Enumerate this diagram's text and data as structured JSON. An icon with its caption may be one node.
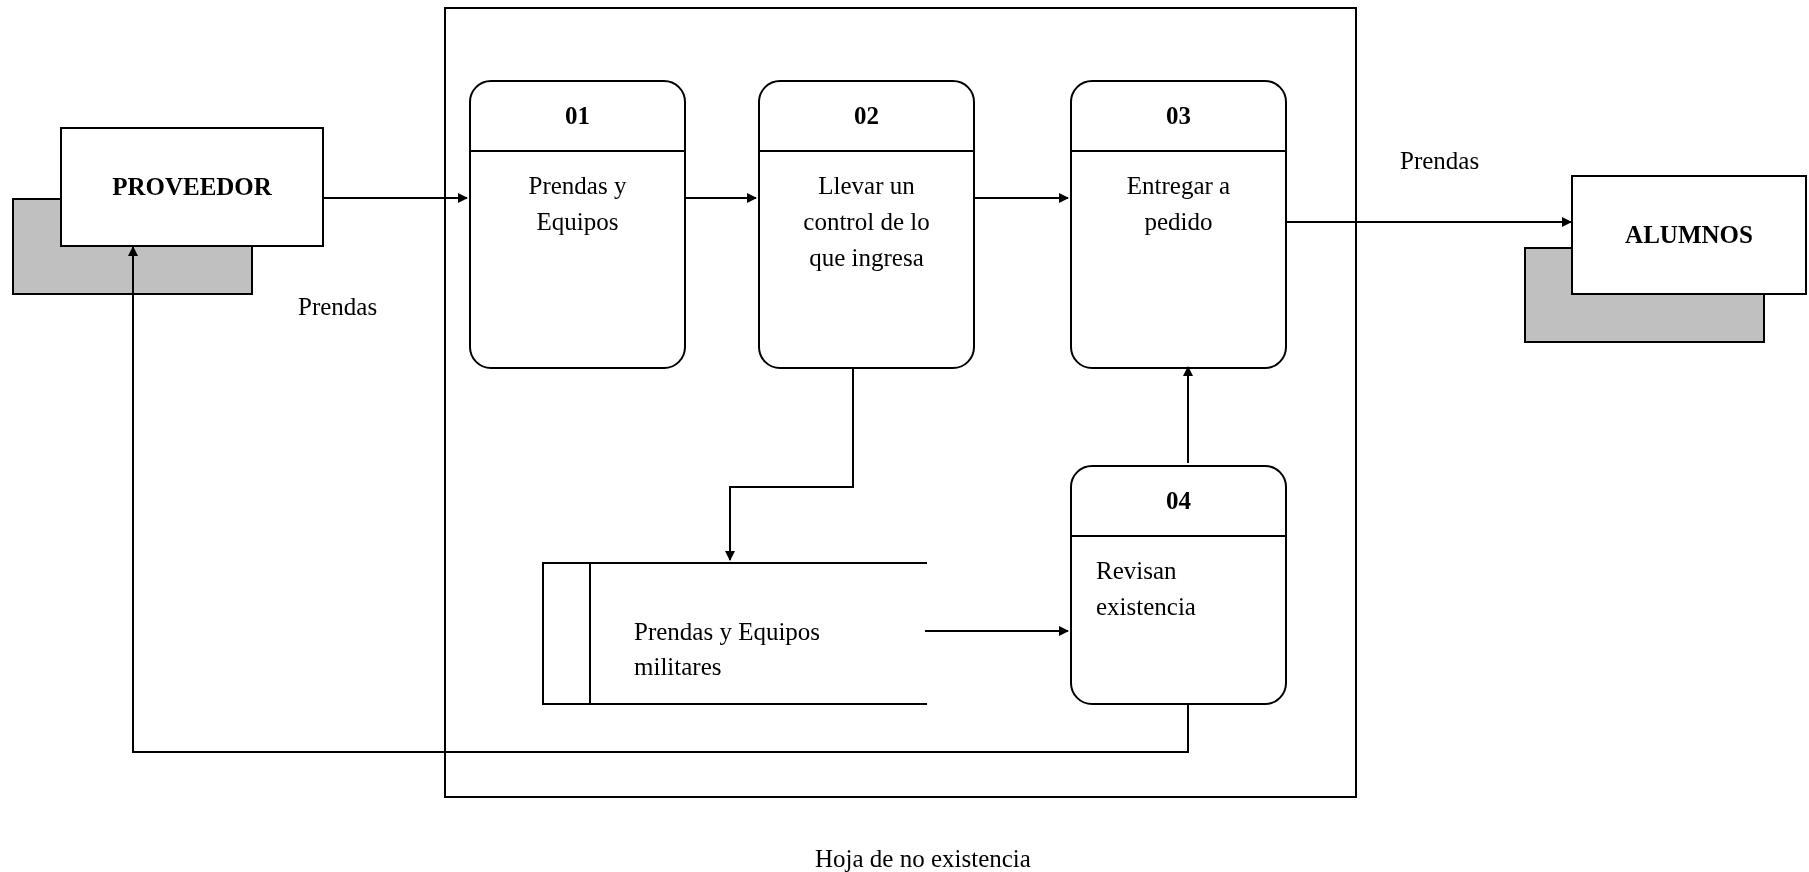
{
  "diagram": {
    "nodes": [
      {
        "text": [],
        "shape": "box"
      },
      {
        "text": [
          "PROVEEDOR"
        ]
      },
      {
        "text": [
          "01",
          "Prendas y Equipos"
        ],
        "in": 0
      },
      {
        "text": [
          "02",
          "Llevar un control de lo que ingresa"
        ],
        "in": 0
      },
      {
        "text": [
          "03",
          "Entregar a pedido"
        ],
        "in": 0
      },
      {
        "text": [
          "ALUMNOS"
        ]
      },
      {
        "text": [
          "Prendas y Equipos militares"
        ],
        "in": 0
      },
      {
        "text": [
          "04",
          "Revisan existencia"
        ],
        "in": 0
      }
    ],
    "edges": [
      {
        "from": 1,
        "to": 2,
        "arrow": "to",
        "label": "Prendas"
      },
      {
        "from": 2,
        "to": 3,
        "arrow": "to"
      },
      {
        "from": 3,
        "to": 4,
        "arrow": "to"
      },
      {
        "from": 4,
        "to": 5,
        "arrow": "to",
        "label": "Prendas"
      },
      {
        "from": 3,
        "to": 6,
        "arrow": "to"
      },
      {
        "from": 6,
        "to": 7,
        "arrow": "to"
      },
      {
        "from": 7,
        "to": 4,
        "arrow": "to"
      },
      {
        "from": 7,
        "to": 1,
        "arrow": "to"
      }
    ],
    "labels": [
      "Hoja de no existencia"
    ]
  }
}
